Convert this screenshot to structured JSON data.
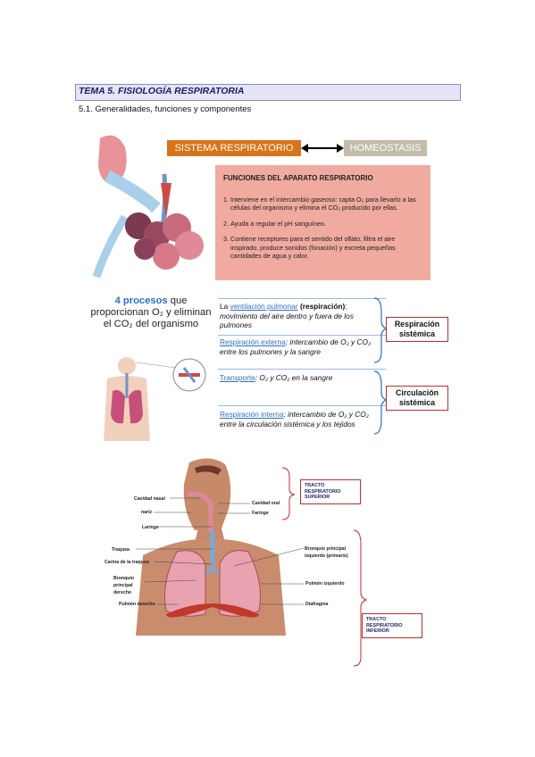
{
  "header": {
    "title": "TEMA 5. FISIOLOGÍA RESPIRATORIA",
    "subtitle": "5.1. Generalidades, funciones y componentes"
  },
  "fig1": {
    "box_sistema": "SISTEMA RESPIRATORIO",
    "box_homeostasis": "HOMEOSTASIS",
    "functions_title": "FUNCIONES DEL APARATO RESPIRATORIO",
    "functions": [
      {
        "num": "1.",
        "text": "Interviene en el intercambio gaseoso: capta O₂ para llevarlo a las células del organismo y elimina el CO₂ producido por ellas."
      },
      {
        "num": "2.",
        "text": "Ayuda a regular el pH sanguíneo."
      },
      {
        "num": "3.",
        "text": "Contiene receptores para el sentido del olfato, filtra el aire inspirado, produce sonidos (fonación) y excreta pequeñas cantidades de agua y calor."
      }
    ]
  },
  "fig2": {
    "heading_num": "4 procesos",
    "heading_line1": "que",
    "heading_line2": "proporcionan O₂ y eliminan",
    "heading_line3": "el CO₂ del organismo",
    "p1_pre": "La ",
    "p1_link": "ventilación pulmonar",
    "p1_bold": " (respiración)",
    "p1_colon": ":",
    "p1_desc": "movimiento del aire dentro y fuera de los pulmones",
    "p2_link": "Respiración externa",
    "p2_desc": ": intercambio de O₂ y CO₂ entre los pulmones y la sangre",
    "p3_link": "Transporte",
    "p3_desc": ": O₂ y CO₂ en la sangre",
    "p4_link": "Respiración interna",
    "p4_desc": ": intercambio de O₂ y CO₂ entre la circulación sistémica y los tejidos",
    "box_resp": "Respiración sistémica",
    "box_circ": "Circulación sistémica"
  },
  "fig3": {
    "labels": {
      "cavidad_nasal": "Cavidad nasal",
      "nariz": "nariz",
      "laringe": "Laringe",
      "traquea": "Traquea",
      "carina": "Carina de la traquea",
      "bronquio_der": "Bronquio principal derecho",
      "pulmon_der": "Pulmón derecho",
      "cavidad_oral": "Cavidad oral",
      "faringe": "Faringe",
      "bronquio_izq": "Bronquio principal izquierdo (primario)",
      "pulmon_izq": "Pulmón izquierdo",
      "diafragma": "Diafragma"
    },
    "tracto_superior": "TRACTO RESPIRATORIO SUPERIOR",
    "tracto_inferior": "TRACTO RESPIRATORIO INFERIOR"
  }
}
